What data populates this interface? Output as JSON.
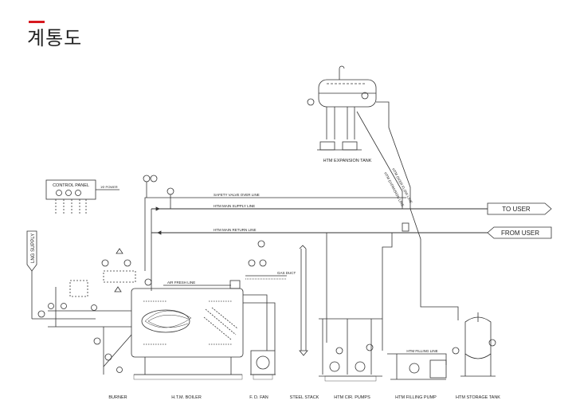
{
  "page": {
    "title": "계통도"
  },
  "labels": {
    "to_user": "TO USER",
    "from_user": "FROM USER",
    "lng_supply": "LNG SUPPLY",
    "control_panel": "CONTROL PANEL",
    "power": "1Φ POWER",
    "expansion_tank": "HTM EXPANSION TANK",
    "over_flow_line": "HTM OVER FLOW LINE",
    "expansion_line": "HTM EXPANSION LINE",
    "safety_valve_line": "SAFETY VALVE OVER LINE",
    "main_supply_line": "HTM MAIN SUPPLY LINE",
    "main_return_line": "HTM MAIN RETURN LINE",
    "air_fresh_line": "AIR FRESH LINE",
    "gas_duct": "GAS DUCT",
    "filling_line": "HTM FILLING LINE",
    "burner": "BURNER",
    "boiler": "H.T.M. BOILER",
    "fd_fan": "F. D. FAN",
    "steel_stack": "STEEL STACK",
    "cir_pumps": "HTM CIR. PUMPS",
    "filling_pump": "HTM FILLING PUMP",
    "storage_tank": "HTM STORAGE TANK"
  },
  "colors": {
    "accent": "#d71920",
    "line": "#333333"
  }
}
